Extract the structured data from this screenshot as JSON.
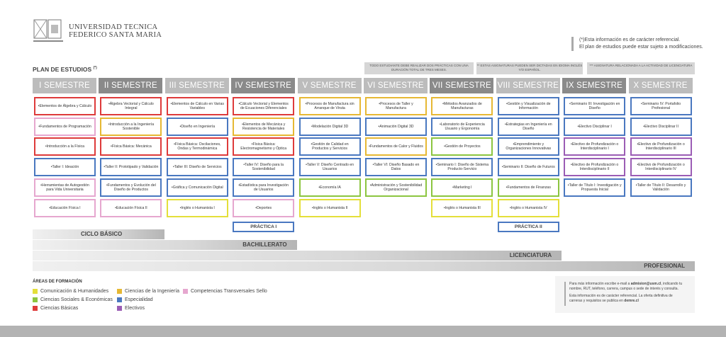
{
  "university": {
    "line1": "UNIVERSIDAD TECNICA",
    "line2": "FEDERICO SANTA MARIA"
  },
  "ref_note": {
    "line1": "(*)Esta información es de carácter referencial.",
    "line2": "El plan de estudios puede estar sujeto a modificaciones."
  },
  "plan_title": "PLAN DE ESTUDIOS",
  "plan_marker": "(*)",
  "notes": [
    "TODO ESTUDIANTE DEBE REALIZAR DOS PRÁCTICAS CON UNA DURACIÓN TOTAL DE TRES MESES.",
    "** ESTAS ASIGNATURAS PUEDEN SER DICTADAS EN IDIOMA INGLÉS Y/O ESPAÑOL.",
    "*** ASIGNATURA RELACIONADA A LA ACTIVIDAD DE LICENCIATURA"
  ],
  "colors": {
    "CH": "#e4df3a",
    "CI": "#e6b834",
    "CT": "#e6a7cf",
    "CS": "#8cc540",
    "ES": "#4a78c0",
    "CB": "#de3b3b",
    "EL": "#9b5db5",
    "hdr_light": "#bcbcbc",
    "hdr_dark": "#8a8a8a"
  },
  "semesters": [
    {
      "label": "I SEMESTRE",
      "shade": "light",
      "courses": [
        [
          "•Elementos de Álgebra y Cálculo",
          "CB"
        ],
        [
          "•Fundamentos de Programación",
          "CT"
        ],
        [
          "•Introducción a la Física",
          "CB"
        ],
        [
          "•Taller I: Ideación",
          "ES"
        ],
        [
          "•Herramientas de Autogestión para Vida Universitaria",
          "CT"
        ],
        [
          "•Educación Física I",
          "CT"
        ]
      ]
    },
    {
      "label": "II SEMESTRE",
      "shade": "dark",
      "courses": [
        [
          "•Álgebra Vectorial y Cálculo Integral",
          "CB"
        ],
        [
          "•Introducción a la Ingeniería Sostenible",
          "CI"
        ],
        [
          "•Física Básica: Mecánica",
          "CB"
        ],
        [
          "•Taller II: Prototipado y Validación",
          "ES"
        ],
        [
          "•Fundamentos y Evolución del Diseño de Productos",
          "ES"
        ],
        [
          "•Educación Física II",
          "CT"
        ]
      ]
    },
    {
      "label": "III SEMESTRE",
      "shade": "light",
      "courses": [
        [
          "•Elementos de Cálculo en Varias Variables",
          "CB"
        ],
        [
          "•Diseño en Ingeniería",
          "ES"
        ],
        [
          "•Física Básica: Oscilaciones, Ondas y Termodinámica",
          "CB"
        ],
        [
          "•Taller III: Diseño de Servicios",
          "ES"
        ],
        [
          "•Gráfica y Comunicación Digital",
          "ES"
        ],
        [
          "•Inglés o Humanista I",
          "CH"
        ]
      ]
    },
    {
      "label": "IV SEMESTRE",
      "shade": "dark",
      "courses": [
        [
          "•Cálculo Vectorial y Elementos de Ecuaciones Diferenciales",
          "CB"
        ],
        [
          "•Elementos de Mecánica y Resistencia de Materiales",
          "CI"
        ],
        [
          "•Física Básica: Electromagnetismo y Óptica",
          "CB"
        ],
        [
          "•Taller IV: Diseño para la Sostenibilidad",
          "ES"
        ],
        [
          "•Estadística para Investigación de Usuarios",
          "ES"
        ],
        [
          "•Deportes",
          "CT"
        ]
      ],
      "practica": "PRÁCTICA I"
    },
    {
      "label": "V SEMESTRE",
      "shade": "light",
      "courses": [
        [
          "•Procesos de Manufactura sin Arranque de Viruta",
          "CI"
        ],
        [
          "•Modelación Digital 3D",
          "ES"
        ],
        [
          "•Gestión de Calidad en Productos y Servicios",
          "ES"
        ],
        [
          "•Taller V: Diseño Centrado en Usuarios",
          "ES"
        ],
        [
          "•Economía IA",
          "CS"
        ],
        [
          "•Inglés o Humanista II",
          "CH"
        ]
      ]
    },
    {
      "label": "VI SEMESTRE",
      "shade": "light",
      "courses": [
        [
          "•Procesos de Taller y Manufactura",
          "CI"
        ],
        [
          "•Animación Digital 3D",
          "ES"
        ],
        [
          "•Fundamentos de Calor y Fluidos",
          "CI"
        ],
        [
          "•Taller VI: Diseño Basado en Datos",
          "ES"
        ],
        [
          "•Administración y Sostenibilidad Organizacional",
          "CS"
        ]
      ]
    },
    {
      "label": "VII SEMESTRE",
      "shade": "dark",
      "courses": [
        [
          "•Métodos Avanzados de Manufacturas",
          "CI"
        ],
        [
          "•Laboratorio de Experiencia Usuario y Ergonomía",
          "ES"
        ],
        [
          "•Gestión de Proyectos",
          "CS"
        ],
        [
          "•Seminario I: Diseño de Sistema Producto-Servicio",
          "ES"
        ],
        [
          "•Marketing I",
          "CS"
        ],
        [
          "•Inglés o Humanista III",
          "CH"
        ]
      ]
    },
    {
      "label": "VIII SEMESTRE",
      "shade": "light",
      "courses": [
        [
          "•Gestión y Visualización de Información",
          "ES"
        ],
        [
          "•Estrategias en Ingeniería en Diseño",
          "ES"
        ],
        [
          "•Emprendimiento y Organizaciones Innovativas",
          "ES"
        ],
        [
          "•Seminario II: Diseño de Futuros",
          "ES"
        ],
        [
          "•Fundamentos de Finanzas",
          "CS"
        ],
        [
          "•Inglés o Humanista IV",
          "CH"
        ]
      ],
      "practica": "PRÁCTICA II"
    },
    {
      "label": "IX SEMESTRE",
      "shade": "dark",
      "courses": [
        [
          "•Seminario III: Investigación en Diseño",
          "ES"
        ],
        [
          "•Electivo Disciplinar I",
          "ES"
        ],
        [
          "•Electivo de Profundización o Interdisciplinario I",
          "EL"
        ],
        [
          "•Electivo de Profundización o Interdisciplinario II",
          "EL"
        ],
        [
          "•Taller de Título I: Investigación y Propuesta Inicial",
          "ES"
        ]
      ]
    },
    {
      "label": "X SEMESTRE",
      "shade": "light",
      "courses": [
        [
          "•Seminario IV: Portafolio Profesional",
          "ES"
        ],
        [
          "•Electivo Disciplinar II",
          "ES"
        ],
        [
          "•Electivo de Profundización o Interdisciplinario III",
          "EL"
        ],
        [
          "•Electivo de Profundización o Interdisciplinario IV",
          "EL"
        ],
        [
          "•Taller de Título II: Desarrollo y Validación",
          "ES"
        ]
      ]
    }
  ],
  "stages": [
    {
      "label": "CICLO BÁSICO",
      "semesters": 2
    },
    {
      "label": "BACHILLERATO",
      "semesters": 4
    },
    {
      "label": "LICENCIATURA",
      "semesters": 8
    },
    {
      "label": "PROFESIONAL",
      "semesters": 10
    }
  ],
  "areas": {
    "title": "ÁREAS DE FORMACIÓN",
    "items": [
      [
        "Comunicación & Humanidades",
        "CH"
      ],
      [
        "Ciencias Sociales & Económicas",
        "CS"
      ],
      [
        "Ciencias Básicas",
        "CB"
      ],
      [
        "Ciencias de la Ingeniería",
        "CI"
      ],
      [
        "Especialidad",
        "ES"
      ],
      [
        "Electivos",
        "EL"
      ],
      [
        "Competencias Transversales Sello",
        "CT"
      ]
    ]
  },
  "info": {
    "p1_pre": "Para más información escribe e-mail a ",
    "email": "admision@usm.cl",
    "p1_post": ", indicando tu nombre, RUT, teléfono, carrera, campus o sede de interés y consulta.",
    "p2_pre": "Esta información es de carácter referencial. La oferta definitiva de carreras y requisitos se publica en ",
    "site": "demre.cl"
  }
}
